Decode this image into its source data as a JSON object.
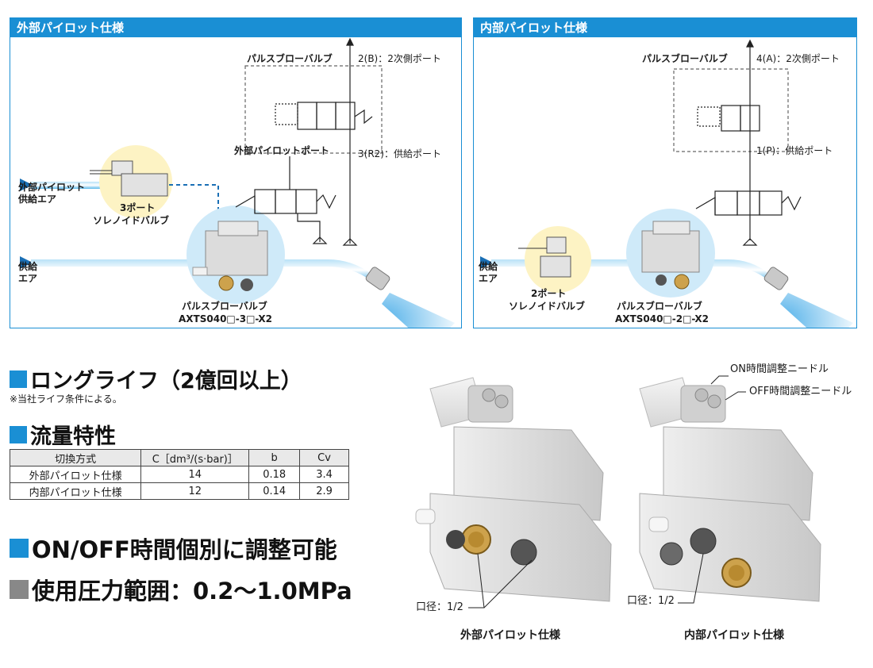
{
  "external_panel": {
    "title": "外部パイロット仕様",
    "pulse_valve_label": "パルスブローバルブ",
    "port_2b": "2(B)：2次側ポート",
    "ext_pilot_port": "外部パイロットポート",
    "port_3r2": "3(R2)：供給ポート",
    "ext_pilot_supply_air_1": "外部パイロット",
    "ext_pilot_supply_air_2": "供給エア",
    "solenoid_3port_1": "3ポート",
    "solenoid_3port_2": "ソレノイドバルブ",
    "supply_air_1": "供給",
    "supply_air_2": "エア",
    "product_name": "パルスブローバルブ",
    "model": "AXTS040□-3□-X2"
  },
  "internal_panel": {
    "title": "内部パイロット仕様",
    "pulse_valve_label": "パルスブローバルブ",
    "port_4a": "4(A)：2次側ポート",
    "port_1p": "1(P)：供給ポート",
    "supply_air_1": "供給",
    "supply_air_2": "エア",
    "solenoid_2port_1": "2ポート",
    "solenoid_2port_2": "ソレノイドバルブ",
    "product_name": "パルスブローバルブ",
    "model": "AXTS040□-2□-X2"
  },
  "long_life": {
    "heading": "ロングライフ（2億回以上）",
    "note": "※当社ライフ条件による。"
  },
  "flow": {
    "heading": "流量特性",
    "columns": [
      "切換方式",
      "C［dm³/(s·bar)］",
      "b",
      "Cv"
    ],
    "rows": [
      [
        "外部パイロット仕様",
        "14",
        "0.18",
        "3.4"
      ],
      [
        "内部パイロット仕様",
        "12",
        "0.14",
        "2.9"
      ]
    ]
  },
  "onoff": {
    "heading": "ON/OFF時間個別に調整可能"
  },
  "pressure": {
    "heading": "使用圧力範囲：0.2〜1.0MPa"
  },
  "photo": {
    "on_needle": "ON時間調整ニードル",
    "off_needle": "OFF時間調整ニードル",
    "bore_left": "口径：1/2",
    "bore_right": "口径：1/2",
    "caption_left": "外部パイロット仕様",
    "caption_right": "内部パイロット仕様"
  },
  "colors": {
    "accent": "#1a8fd4",
    "pipe": "#6fc3ee",
    "highlight_circle_blue": "#cfeaf9",
    "highlight_circle_yellow": "#fdf3c4",
    "valve_body": "#dcdcdc"
  }
}
